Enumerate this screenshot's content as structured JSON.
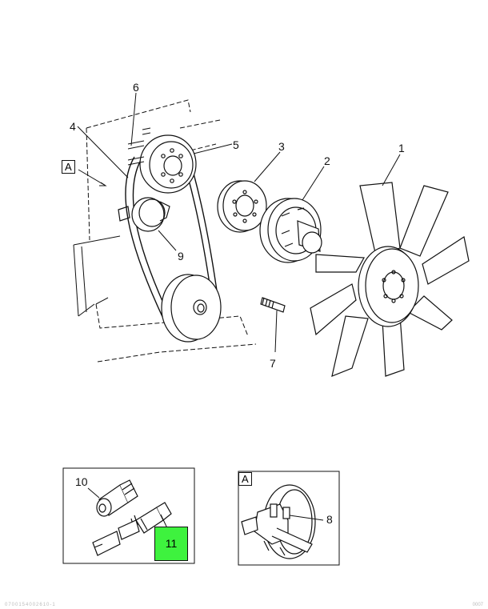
{
  "callouts": {
    "c1": "1",
    "c2": "2",
    "c3": "3",
    "c4": "4",
    "c5": "5",
    "c6": "6",
    "c7": "7",
    "c8": "8",
    "c9": "9",
    "c10": "10",
    "c11": "11"
  },
  "view_a": {
    "main_label": "A",
    "detail_label": "A"
  },
  "highlight": {
    "part": "11",
    "color": "#3ef23e"
  },
  "footer": {
    "left": "0700154002610-1",
    "right": "0007"
  }
}
